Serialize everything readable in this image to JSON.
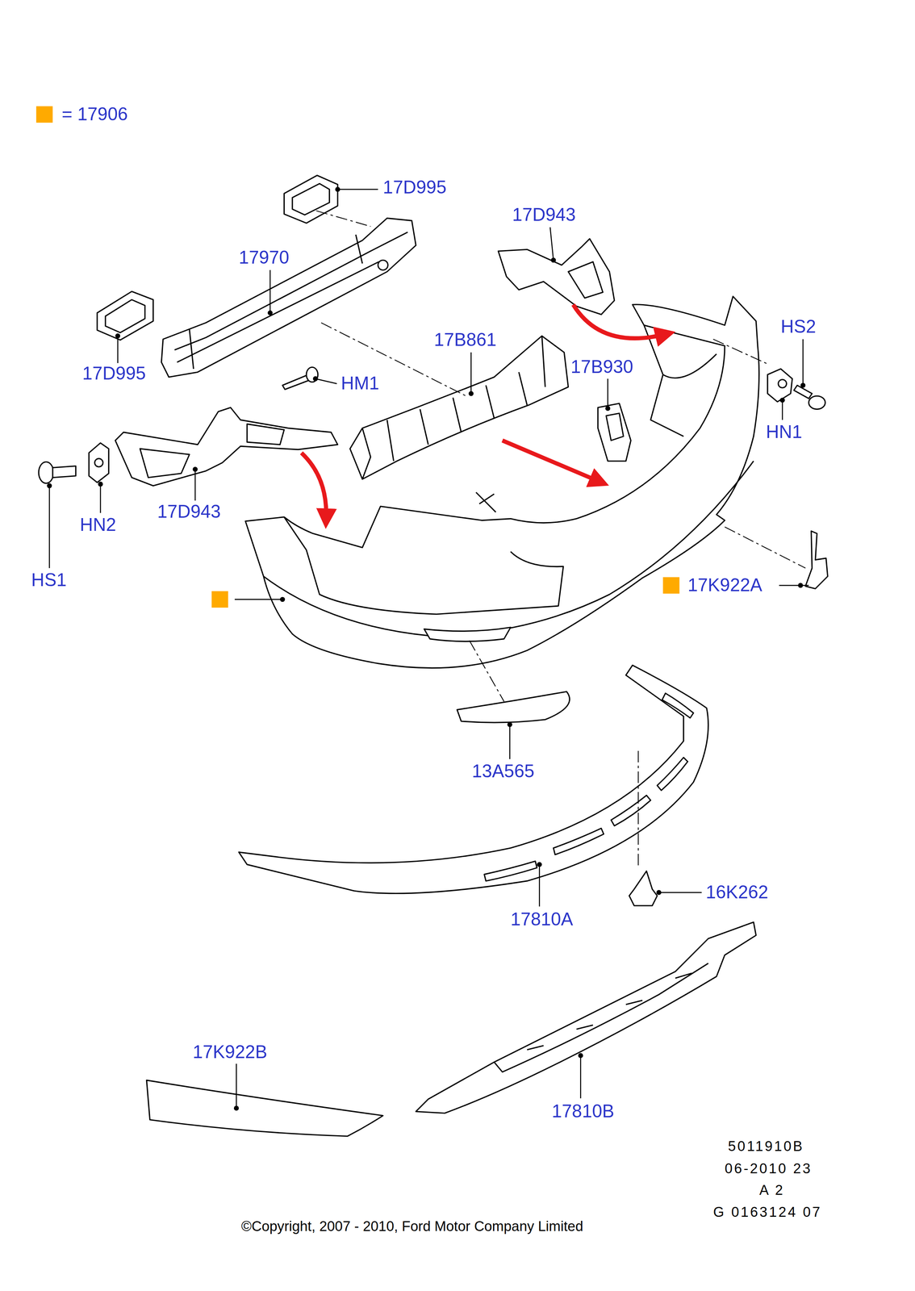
{
  "diagram": {
    "labels": [
      "17D995",
      "17970",
      "17D995",
      "17D943",
      "17B861",
      "17B930",
      "HS2",
      "HM1",
      "HN1",
      "17D943",
      "HN2",
      "HS1",
      "17K922A",
      "13A565",
      "16K262",
      "17810A",
      "17K922B",
      "17810B",
      "5011910B",
      "06-2010 23",
      "A 2",
      "G 0163124 07",
      "©Copyright, 2007 - 2010, Ford Motor Company Limited"
    ],
    "legend": [
      {
        "text": "= 17906",
        "color": "#ffaa00"
      }
    ]
  }
}
